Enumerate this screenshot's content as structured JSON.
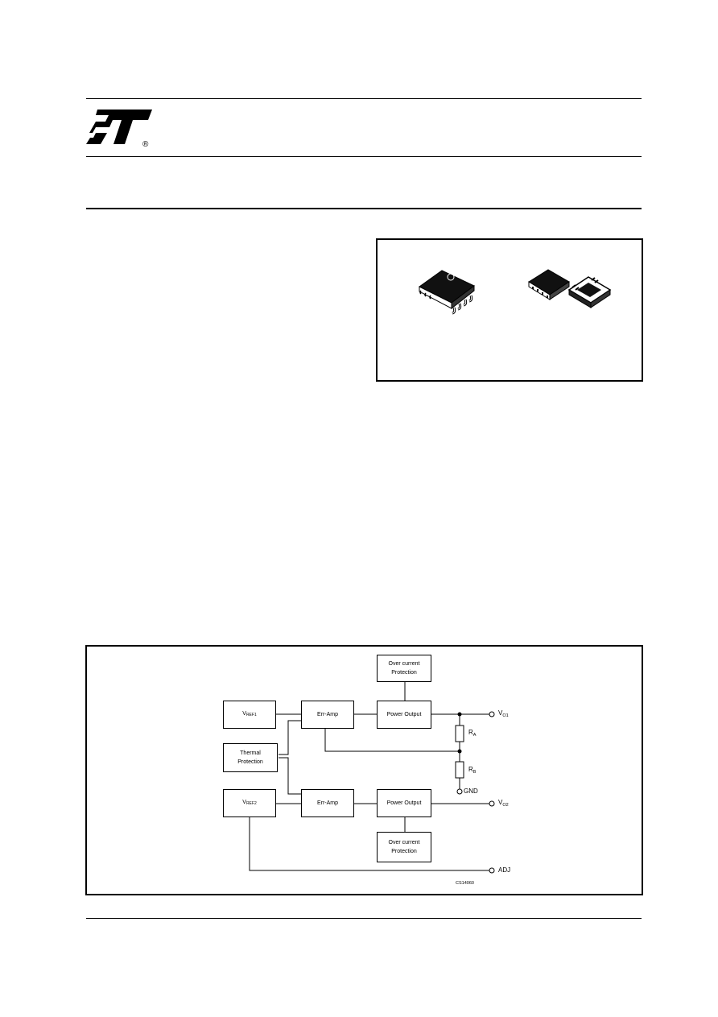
{
  "logo": {
    "icon": "st-logo",
    "registered_mark": "®"
  },
  "packages": {
    "icons": [
      "so-8-package",
      "dfn-8-package"
    ]
  },
  "block_diagram": {
    "blocks": {
      "over_current_top": {
        "line1": "Over current",
        "line2": "Protection"
      },
      "vref1": {
        "main": "V",
        "sub": "REF1"
      },
      "err_amp_1": "Err-Amp",
      "power_output_1": "Power Output",
      "thermal": {
        "line1": "Thermal",
        "line2": "Protection"
      },
      "vref2": {
        "main": "V",
        "sub": "REF2"
      },
      "err_amp_2": "Err-Amp",
      "power_output_2": "Power Output",
      "over_current_bottom": {
        "line1": "Over current",
        "line2": "Protection"
      }
    },
    "labels": {
      "vo1": {
        "main": "V",
        "sub": "O1"
      },
      "ra": {
        "main": "R",
        "sub": "A"
      },
      "rb": {
        "main": "R",
        "sub": "B"
      },
      "gnd": "GND",
      "vo2": {
        "main": "V",
        "sub": "O2"
      },
      "adj": "ADJ",
      "code": "CS14060"
    }
  }
}
